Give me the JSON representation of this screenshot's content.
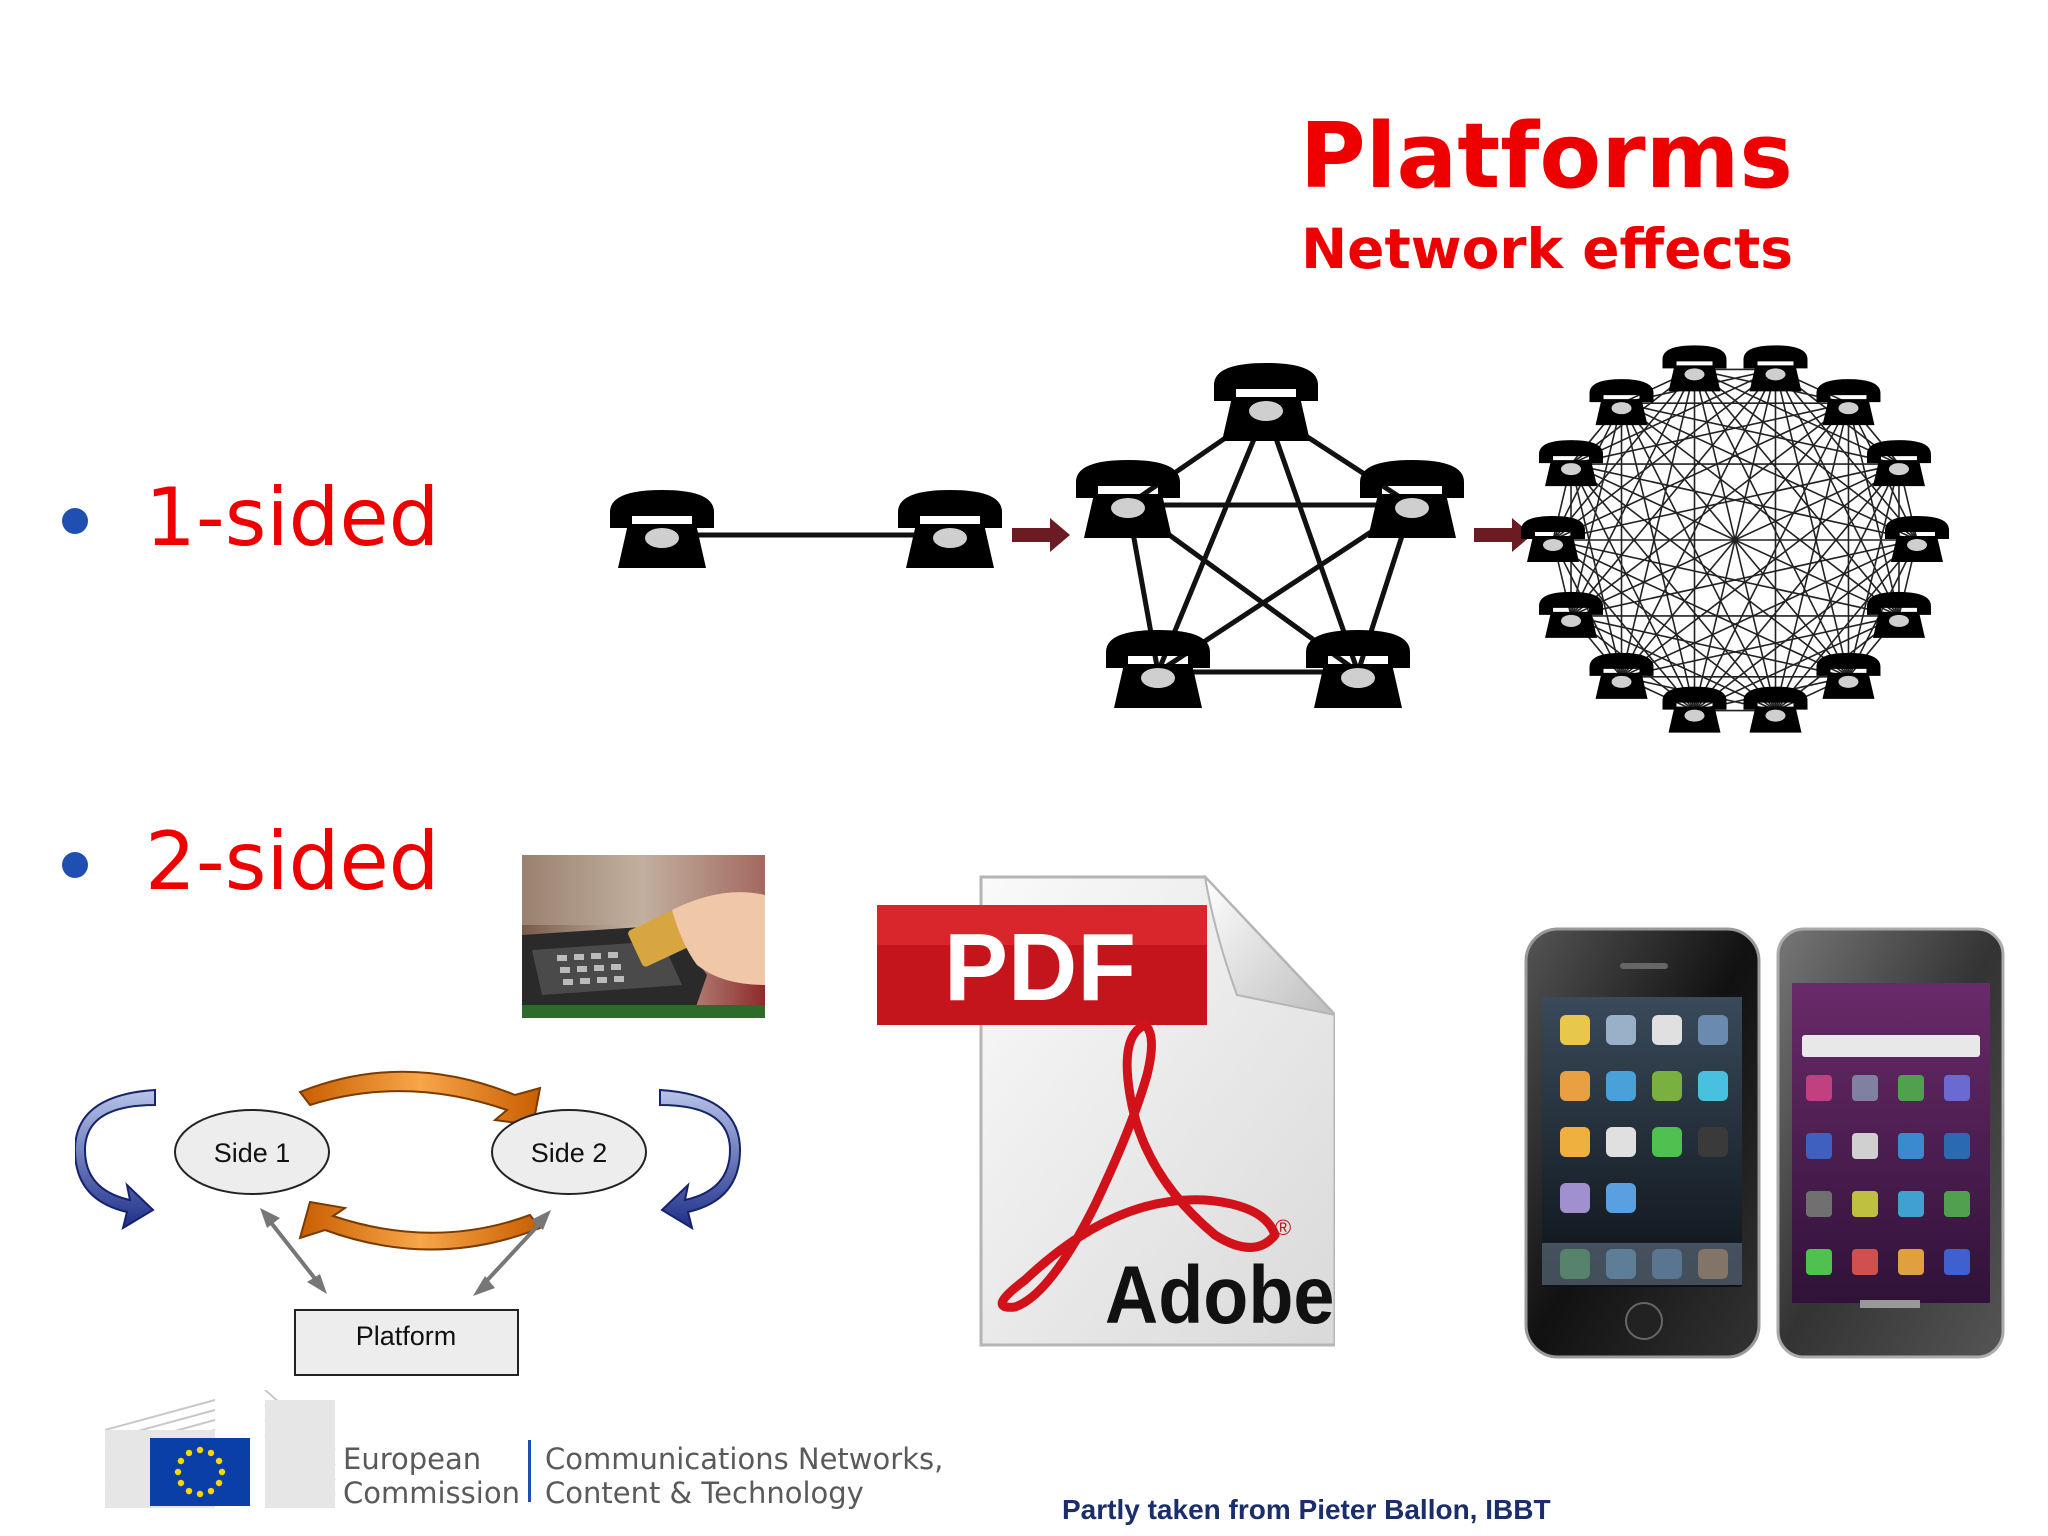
{
  "header": {
    "title": "Platforms",
    "subtitle": "Network effects"
  },
  "bullets": [
    {
      "label": "1-sided"
    },
    {
      "label": "2-sided"
    }
  ],
  "two_sided_diagram": {
    "side1": "Side 1",
    "side2": "Side 2",
    "platform": "Platform"
  },
  "pdf_icon": {
    "badge": "PDF",
    "brand": "Adobe"
  },
  "footer": {
    "org_line1": "European",
    "org_line2": "Commission",
    "dept_line1": "Communications Networks,",
    "dept_line2": "Content & Technology",
    "credit": "Partly taken from Pieter Ballon, IBBT"
  },
  "colors": {
    "accent": "#ee0000",
    "bullet": "#1f4fb0",
    "credit": "#1a2e6c",
    "eu_blue": "#0a3fa8",
    "eu_star": "#ffd700"
  }
}
